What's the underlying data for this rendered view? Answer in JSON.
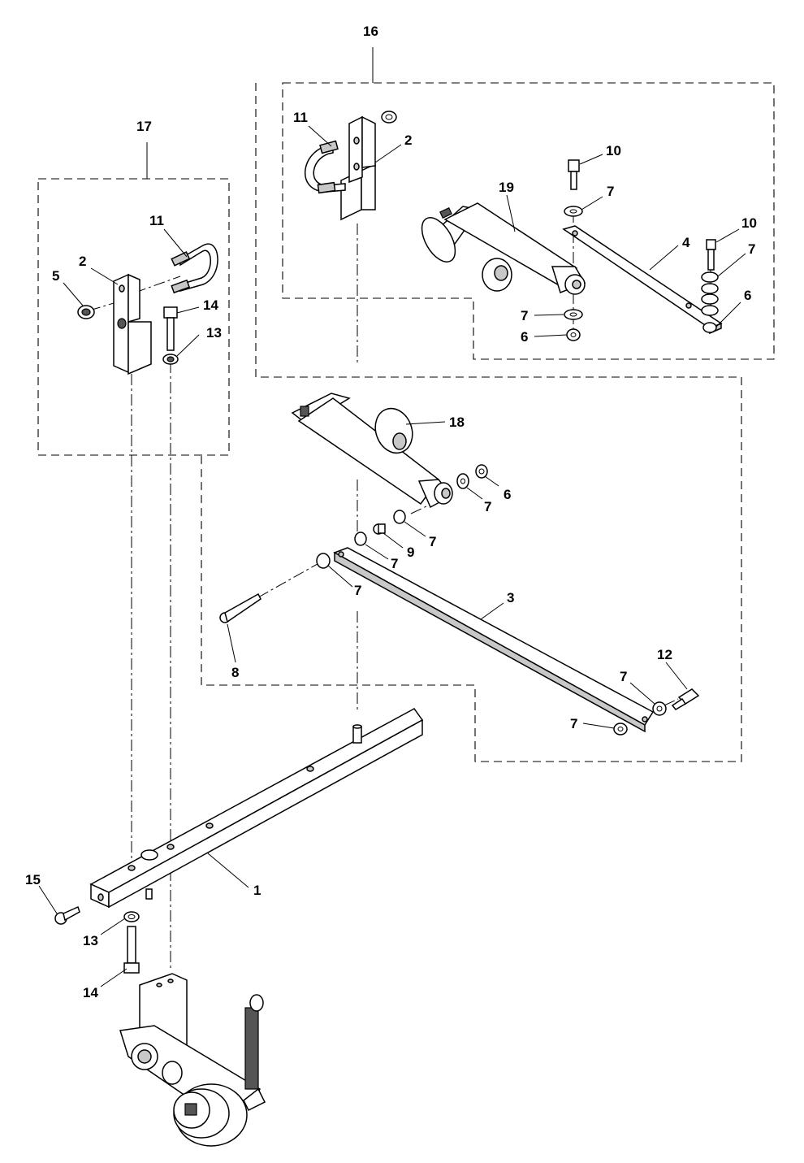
{
  "callouts": {
    "c16": "16",
    "c17": "17",
    "a_11": "11",
    "a_2": "2",
    "a_10": "10",
    "a_19": "19",
    "a_7a": "7",
    "a_10b": "10",
    "a_4": "4",
    "a_7b": "7",
    "a_6a": "6",
    "a_7c": "7",
    "a_6b": "6",
    "b_11": "11",
    "b_2": "2",
    "b_5": "5",
    "b_14": "14",
    "b_13": "13",
    "m_18": "18",
    "m_6": "6",
    "m_7a": "7",
    "m_7b": "7",
    "m_9": "9",
    "m_7c": "7",
    "m_7d": "7",
    "m_3": "3",
    "m_8": "8",
    "m_12": "12",
    "m_7e": "7",
    "m_7f": "7",
    "l_1": "1",
    "l_15": "15",
    "l_13": "13",
    "l_14": "14"
  }
}
